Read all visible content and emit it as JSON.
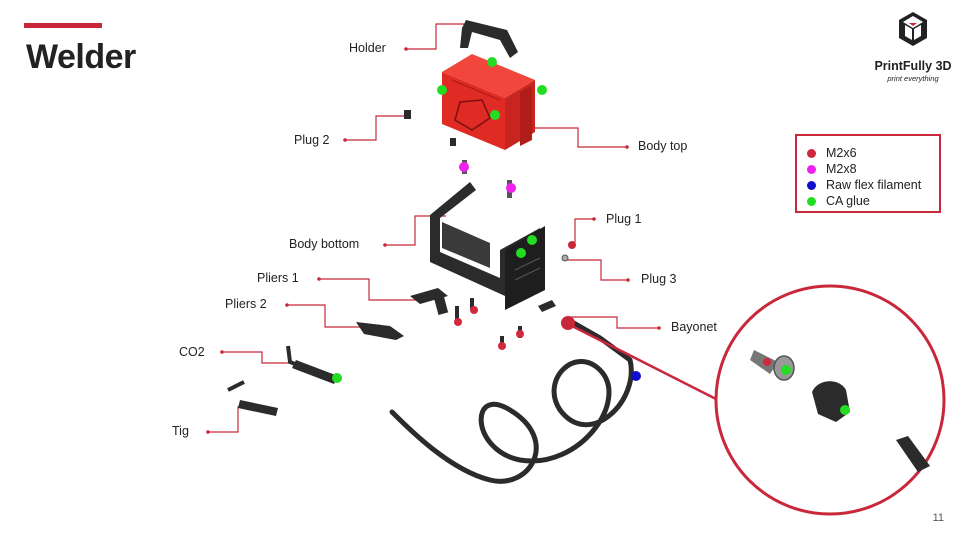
{
  "slide": {
    "title": "Welder",
    "page_number": "11"
  },
  "brand": {
    "name": "PrintFully 3D",
    "tagline": "print everything"
  },
  "callouts": {
    "holder": "Holder",
    "plug2": "Plug 2",
    "body_top": "Body top",
    "body_bottom": "Body bottom",
    "plug1": "Plug 1",
    "plug3": "Plug 3",
    "pliers1": "Pliers 1",
    "pliers2": "Pliers 2",
    "bayonet": "Bayonet",
    "co2": "CO2",
    "tig": "Tig"
  },
  "legend": [
    {
      "label": "M2x6",
      "color": "#d0283c"
    },
    {
      "label": "M2x8",
      "color": "#ee22ee"
    },
    {
      "label": "Raw flex filament",
      "color": "#1010cc"
    },
    {
      "label": "CA glue",
      "color": "#22dd22"
    }
  ],
  "colors": {
    "accent": "#c8283a",
    "body_top": "#e8322c",
    "part_dark": "#2b2b2b"
  }
}
